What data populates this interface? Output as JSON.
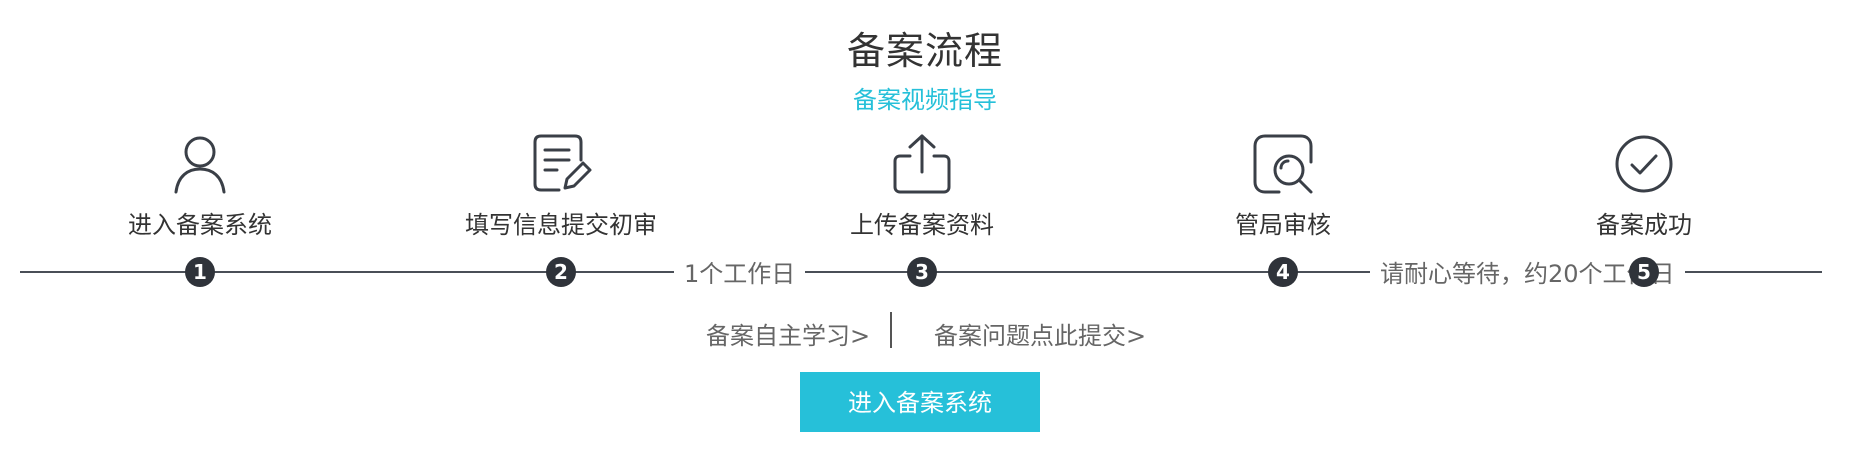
{
  "header": {
    "title": "备案流程",
    "video_guide_link": "备案视频指导"
  },
  "steps": [
    {
      "number": "1",
      "label": "进入备案系统",
      "icon": "user-icon"
    },
    {
      "number": "2",
      "label": "填写信息提交初审",
      "icon": "edit-form-icon"
    },
    {
      "number": "3",
      "label": "上传备案资料",
      "icon": "upload-icon"
    },
    {
      "number": "4",
      "label": "管局审核",
      "icon": "search-review-icon"
    },
    {
      "number": "5",
      "label": "备案成功",
      "icon": "check-circle-icon"
    }
  ],
  "durations": [
    "1个工作日",
    "请耐心等待，约20个工作日"
  ],
  "links": {
    "self_study": "备案自主学习>",
    "submit_question": "备案问题点此提交>"
  },
  "enter_button": "进入备案系统",
  "colors": {
    "accent": "#26c0d9",
    "timeline": "#4a4f57",
    "icon_stroke": "#3a3f47",
    "text": "#333333"
  }
}
